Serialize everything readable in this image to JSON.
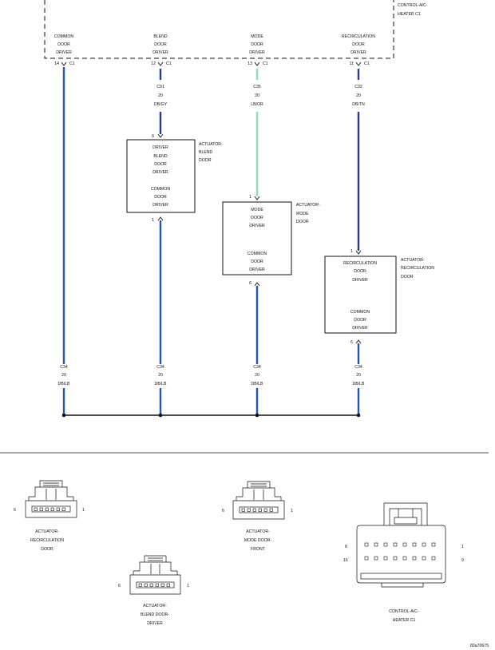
{
  "control_module": {
    "name_line1": "CONTROL-A/C-",
    "name_line2": "HEATER C1",
    "pins": [
      {
        "label_lines": [
          "COMMON",
          "DOOR",
          "DRIVER"
        ],
        "pin": "14",
        "conn": "C1"
      },
      {
        "label_lines": [
          "BLEND",
          "DOOR",
          "DRIVER"
        ],
        "pin": "12",
        "conn": "C1"
      },
      {
        "label_lines": [
          "MODE",
          "DOOR",
          "DRIVER"
        ],
        "pin": "13",
        "conn": "C1"
      },
      {
        "label_lines": [
          "RECIRCULATION",
          "DOOR",
          "DRIVER"
        ],
        "pin": "11",
        "conn": "C1"
      }
    ]
  },
  "top_wires": [
    {
      "circuit": "C91",
      "gauge": "20",
      "color": "DB/GY",
      "color_hex": "#1f3f8f"
    },
    {
      "circuit": "C35",
      "gauge": "20",
      "color": "LB/OR",
      "color_hex": "#8ee0b4"
    },
    {
      "circuit": "C32",
      "gauge": "20",
      "color": "DB/TN",
      "color_hex": "#2a3f7a"
    }
  ],
  "actuators": [
    {
      "name_lines": [
        "ACTUATOR-",
        "BLEND",
        "DOOR"
      ],
      "in_pin": "6",
      "out_pin": "1",
      "upper_lines": [
        "DRIVER",
        "BLEND",
        "DOOR",
        "DRIVER"
      ],
      "lower_lines": [
        "COMMON",
        "DOOR",
        "DRIVER"
      ]
    },
    {
      "name_lines": [
        "ACTUATOR-",
        "MODE",
        "DOOR"
      ],
      "in_pin": "1",
      "out_pin": "6",
      "upper_lines": [
        "MODE",
        "DOOR",
        "DRIVER"
      ],
      "lower_lines": [
        "COMMON",
        "DOOR",
        "DRIVER"
      ]
    },
    {
      "name_lines": [
        "ACTUATOR-",
        "RECIRCULATION",
        "DOOR"
      ],
      "in_pin": "1",
      "out_pin": "6",
      "upper_lines": [
        "RECIRCULATION",
        "DOOR",
        "DRIVER"
      ],
      "lower_lines": [
        "COMMON",
        "DOOR",
        "DRIVER"
      ]
    }
  ],
  "bottom_wires": [
    {
      "circuit": "C34",
      "gauge": "20",
      "color": "DB/LB"
    },
    {
      "circuit": "C34",
      "gauge": "20",
      "color": "DB/LB"
    },
    {
      "circuit": "C34",
      "gauge": "20",
      "color": "DB/LB"
    },
    {
      "circuit": "C34",
      "gauge": "20",
      "color": "DB/LB"
    }
  ],
  "common_wire_color_hex": "#2356b8",
  "connector_views": [
    {
      "name_lines": [
        "ACTUATOR-",
        "RECIRCULATION",
        "DOOR"
      ],
      "pin_left": "6",
      "pin_right": "1"
    },
    {
      "name_lines": [
        "ACTUATOR-",
        "MODE DOOR-",
        "FRONT"
      ],
      "pin_left": "6",
      "pin_right": "1"
    },
    {
      "name_lines": [
        "ACTUATOR-",
        "BLEND DOOR-",
        "DRIVER"
      ],
      "pin_left": "6",
      "pin_right": "1"
    },
    {
      "name_lines": [
        "CONTROL-A/C-",
        "HEATER C1"
      ],
      "pin_top_left": "8",
      "pin_top_right": "1",
      "pin_bottom_left": "16",
      "pin_bottom_right": "9"
    }
  ],
  "figure_id": "80a70675"
}
